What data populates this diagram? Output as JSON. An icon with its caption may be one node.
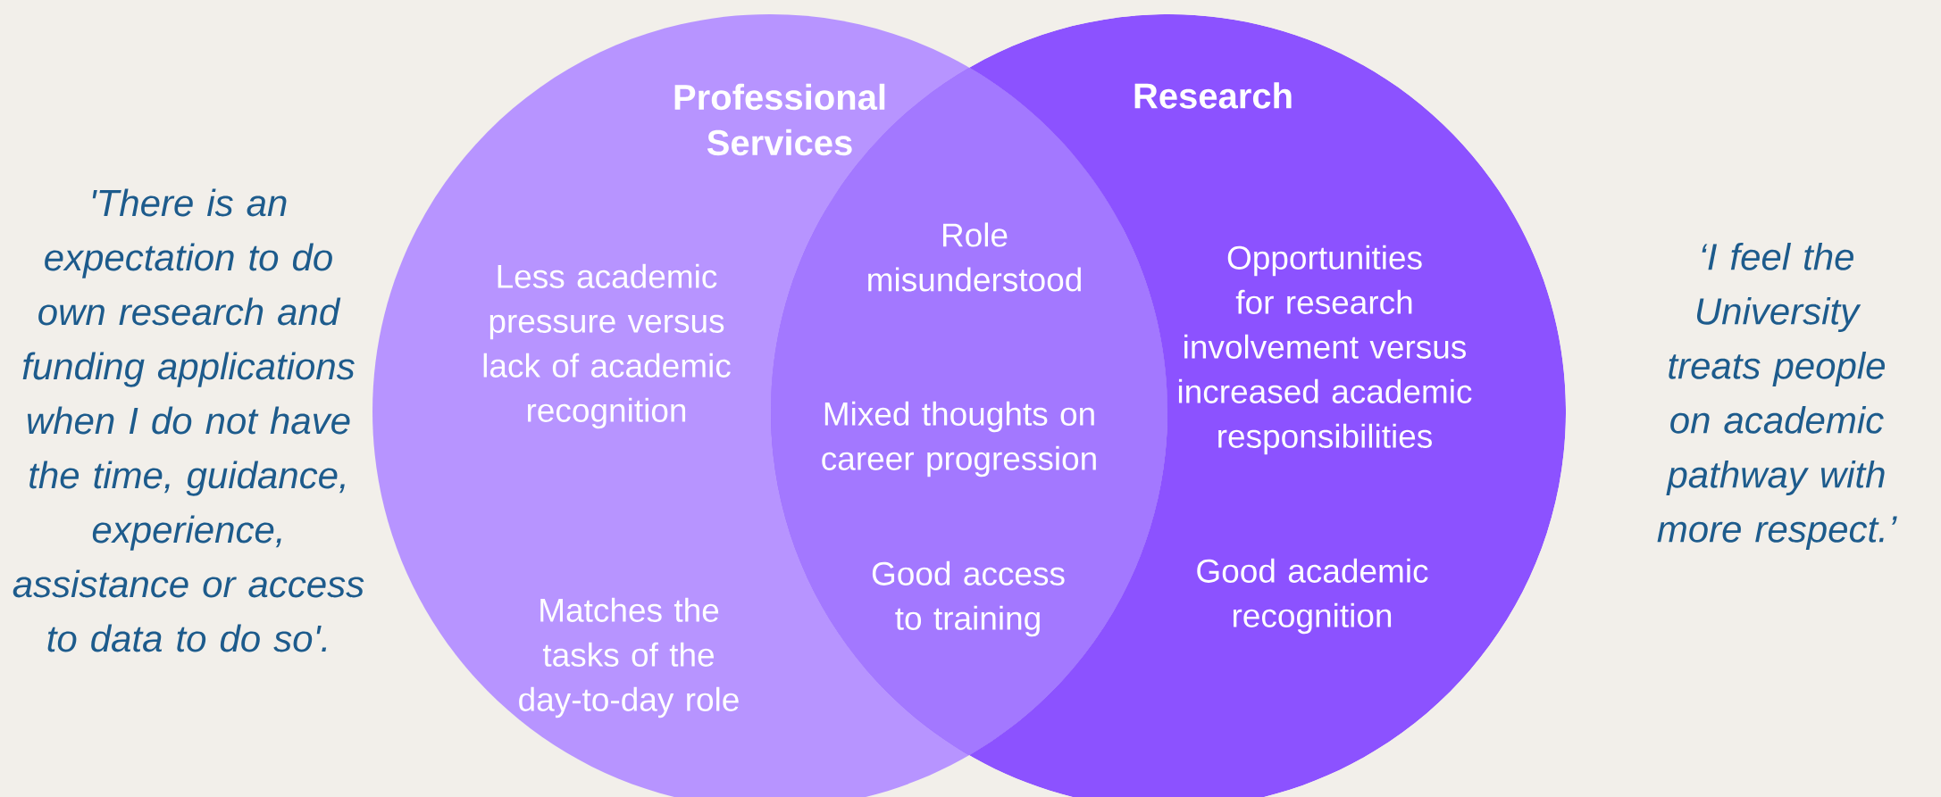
{
  "diagram": {
    "nodes": [
      {
        "text": [
          "Less academic pressure versus lack of academic recognition",
          "Matches the tasks of the day-to-day role"
        ]
      },
      {
        "text": [
          "Opportunities for research involvement versus increased academic responsibilities",
          "Good academic recognition"
        ]
      }
    ],
    "edges": [],
    "labels": [
      "Professional Services",
      "Research",
      "'There is an expectation to do own research and funding applications when I do not have the time, guidance, experience, assistance or access to data to do so'.",
      "Role misunderstood",
      "Mixed thoughts on career progression",
      "Good access to training",
      "‘I feel the University treats people on academic pathway with more respect.’"
    ]
  }
}
